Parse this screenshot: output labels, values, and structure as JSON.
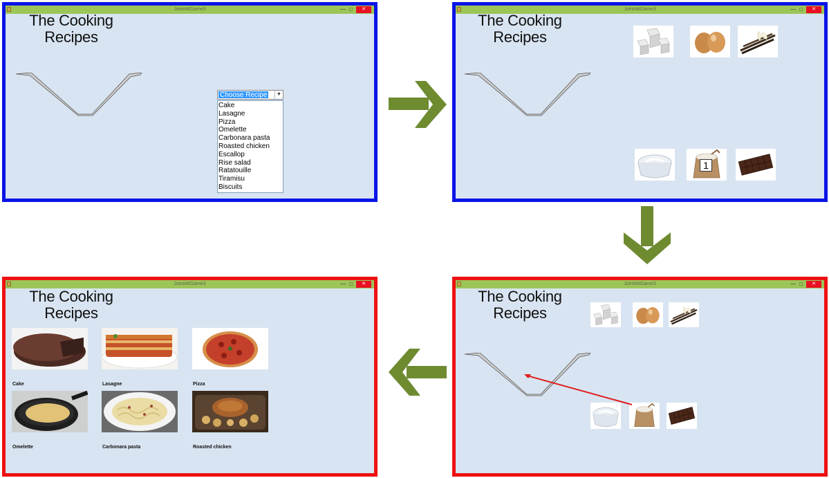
{
  "app": {
    "window_title": "JointAttGame3",
    "heading_line1": "The Cooking",
    "heading_line2": "Recipes",
    "minimize_glyph": "—",
    "maximize_glyph": "□",
    "close_glyph": "✕"
  },
  "dropdown": {
    "selected": "Choose Recipe",
    "options": [
      "Cake",
      "Lasagne",
      "Pizza",
      "Omelette",
      "Carbonara pasta",
      "Roasted chicken",
      "Escallop",
      "Rise salad",
      "Ratatouille",
      "Tiramisu",
      "Biscuits"
    ]
  },
  "ingredients": {
    "top": [
      "sugar-cubes",
      "eggs",
      "vanilla-pods"
    ],
    "bottom": [
      "yogurt",
      "flour-sack",
      "chocolate-bar"
    ],
    "flour_badge": "1"
  },
  "recipes": [
    {
      "label": "Cake"
    },
    {
      "label": "Lasagne"
    },
    {
      "label": "Pizza"
    },
    {
      "label": "Omelette"
    },
    {
      "label": "Carbonara pasta"
    },
    {
      "label": "Roasted chicken"
    }
  ],
  "colors": {
    "arrow_green": "#6e8b30",
    "panel_bg": "#d8e4f1",
    "titlebar": "#9cc558",
    "blue_frame": "#0a14e6",
    "red_frame": "#ee1111",
    "drag_line": "#e01c1c"
  }
}
